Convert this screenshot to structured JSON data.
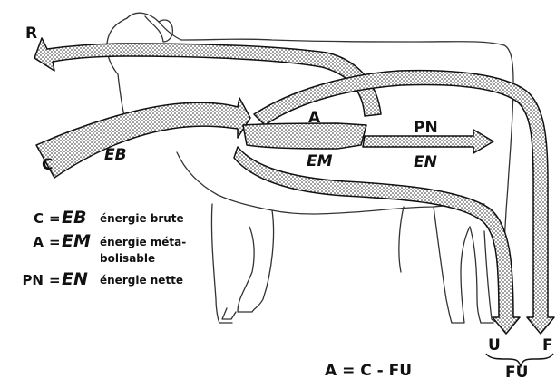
{
  "labels": {
    "R": "R",
    "C": "C",
    "EB": "EB",
    "A": "A",
    "EM": "EM",
    "PN": "PN",
    "EN": "EN",
    "U": "U",
    "F": "F",
    "FU": "FU"
  },
  "legend": [
    {
      "code": "C",
      "eq": "=",
      "abbr": "EB",
      "desc_lines": [
        "énergie brute"
      ]
    },
    {
      "code": "A",
      "eq": "=",
      "abbr": "EM",
      "desc_lines": [
        "énergie méta-",
        "bolisable"
      ]
    },
    {
      "code": "PN",
      "eq": "=",
      "abbr": "EN",
      "desc_lines": [
        "énergie nette"
      ]
    }
  ],
  "formula": "A = C - FU"
}
